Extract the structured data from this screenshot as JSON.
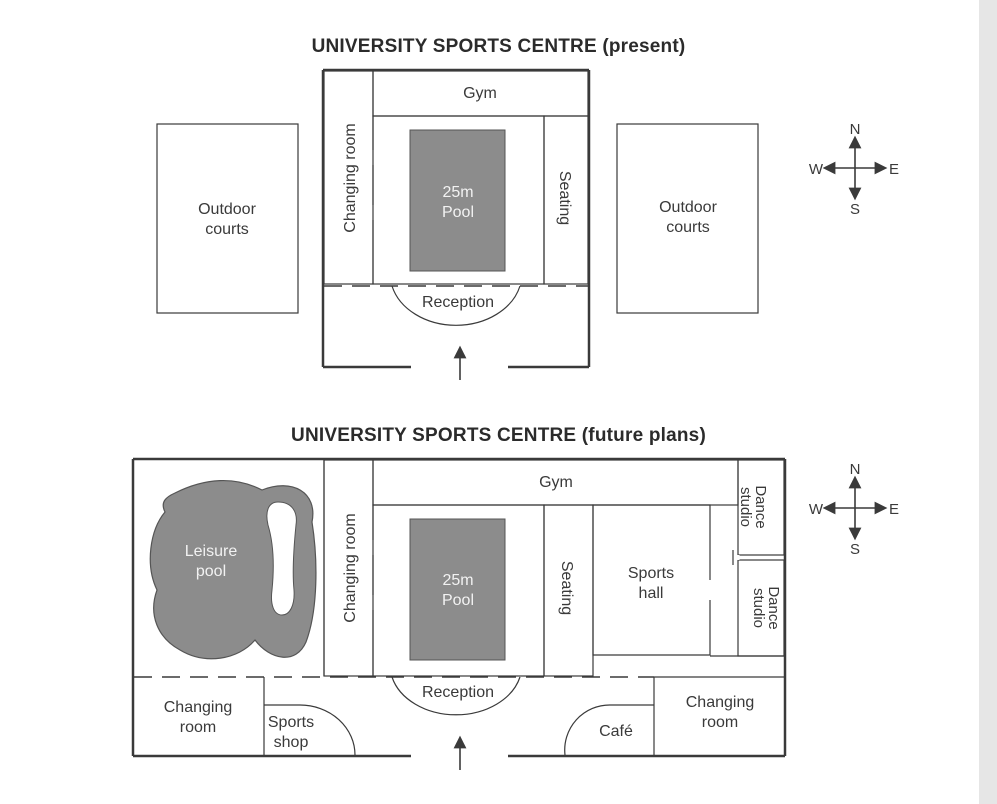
{
  "present": {
    "title": "UNIVERSITY SPORTS CENTRE (present)",
    "gym": "Gym",
    "changing_room": "Changing room",
    "pool_line1": "25m",
    "pool_line2": "Pool",
    "seating": "Seating",
    "reception": "Reception",
    "outdoor_west_line1": "Outdoor",
    "outdoor_west_line2": "courts",
    "outdoor_east_line1": "Outdoor",
    "outdoor_east_line2": "courts"
  },
  "future": {
    "title": "UNIVERSITY SPORTS CENTRE (future plans)",
    "gym": "Gym",
    "leisure_pool_line1": "Leisure",
    "leisure_pool_line2": "pool",
    "changing_room_centre": "Changing room",
    "pool_line1": "25m",
    "pool_line2": "Pool",
    "seating": "Seating",
    "sports_hall_line1": "Sports",
    "sports_hall_line2": "hall",
    "dance_studio_line1": "Dance",
    "dance_studio_line2": "studio",
    "dance_studio2_line1": "Dance",
    "dance_studio2_line2": "studio",
    "reception": "Reception",
    "changing_room_west_line1": "Changing",
    "changing_room_west_line2": "room",
    "sports_shop_line1": "Sports",
    "sports_shop_line2": "shop",
    "cafe": "Café",
    "changing_room_east_line1": "Changing",
    "changing_room_east_line2": "room"
  },
  "compass": {
    "n": "N",
    "s": "S",
    "e": "E",
    "w": "W"
  },
  "colors": {
    "wall": "#3a3a3a",
    "pool_fill": "#8c8c8c",
    "edge_strip": "#e6e6e6"
  }
}
